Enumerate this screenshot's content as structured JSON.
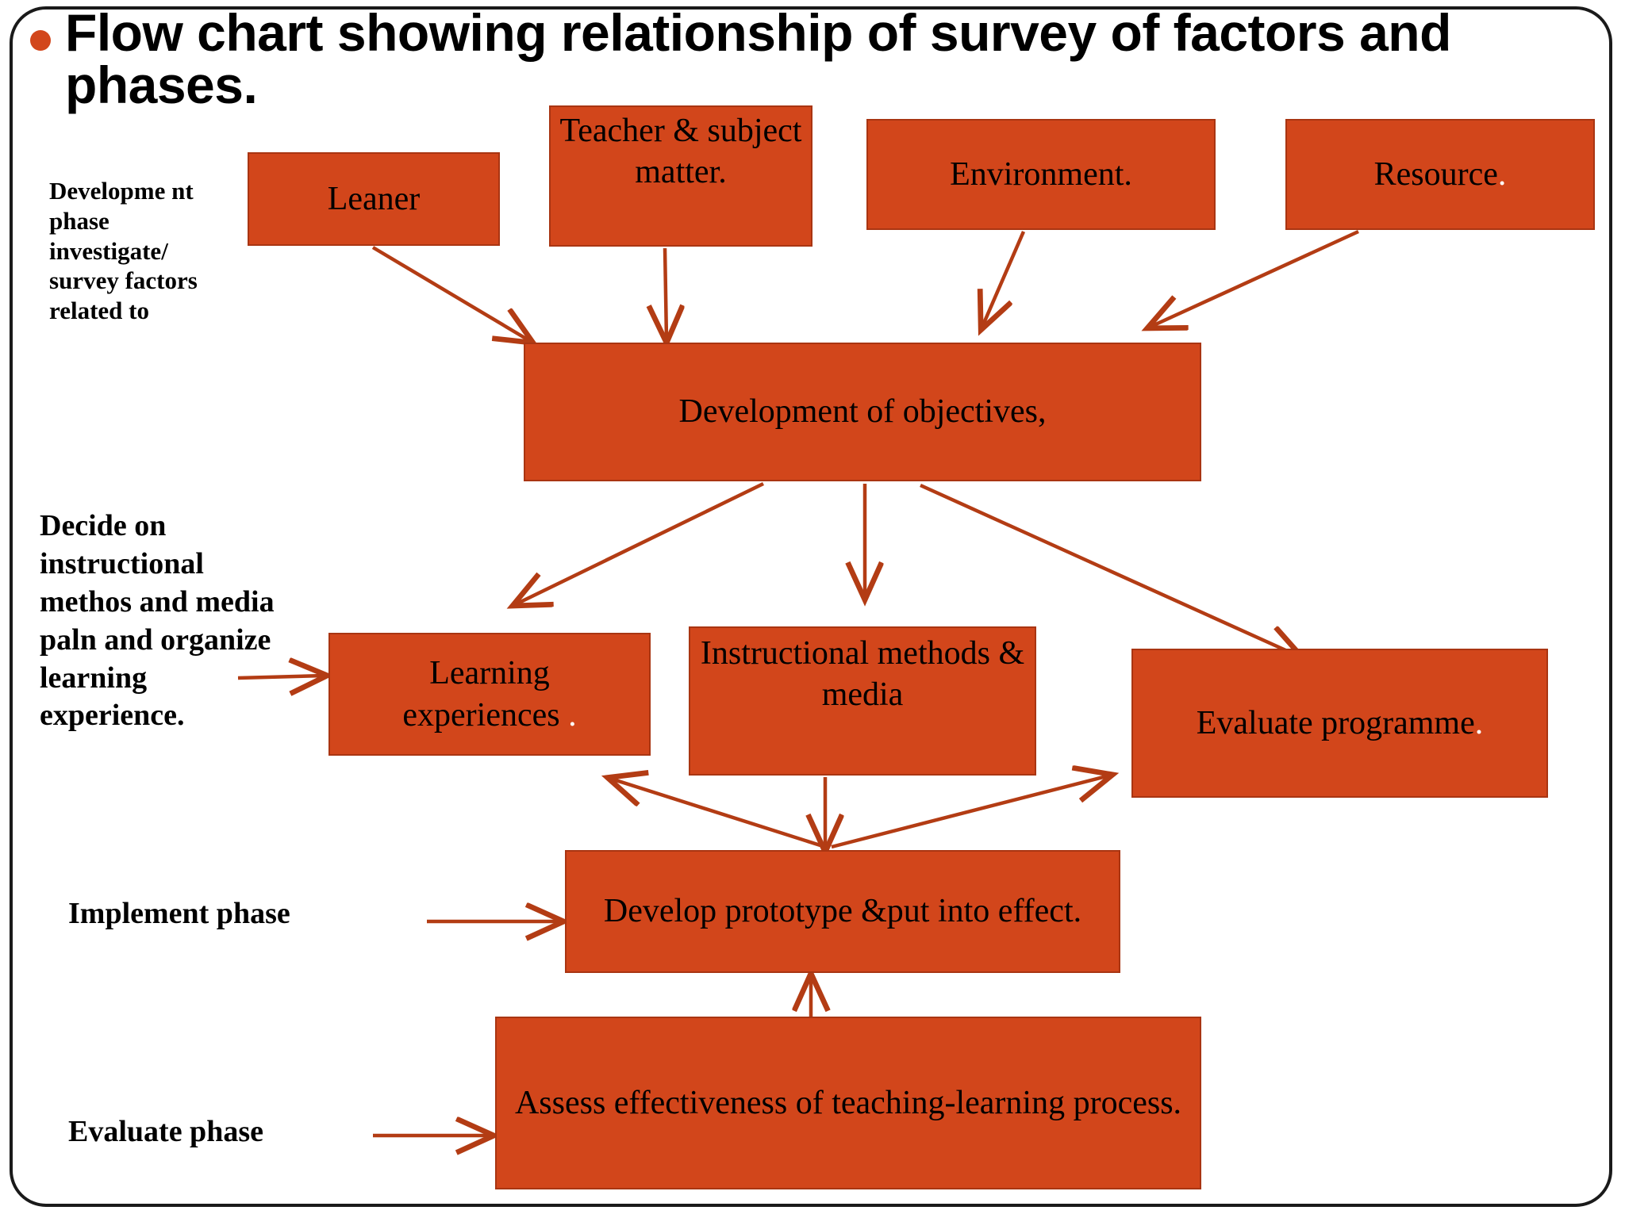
{
  "slide": {
    "title": "Flow chart showing relationship of survey of factors and phases.",
    "bullet_color": "#d2461b",
    "box_fill": "#d2461b",
    "box_border": "#a93512",
    "arrow_color": "#b33c14",
    "text_color": "#000000",
    "background": "#ffffff"
  },
  "phase_labels": {
    "development": "Developme nt phase investigate/ survey factors related to",
    "decide": "Decide on instructional methos and media paln and organize learning experience.",
    "implement": "Implement phase",
    "evaluate": "Evaluate phase"
  },
  "nodes": {
    "learner": "Leaner",
    "teacher": "Teacher & subject matter.",
    "environment": "Environment.",
    "resource": "Resource",
    "resource_dot": ".",
    "objectives": "Development of objectives,",
    "learning_experiences_line1": "Learning",
    "learning_experiences_line2": "experiences",
    "learning_experiences_dot": ".",
    "methods": "Instructional methods & media",
    "methods_clipped": ".",
    "evaluate_programme": "Evaluate programme",
    "evaluate_programme_dot": ".",
    "prototype": "Develop prototype &put into effect.",
    "assess": "Assess effectiveness of teaching-learning process."
  },
  "chart_data": {
    "type": "diagram",
    "title": "Flow chart showing relationship of survey of factors and phases.",
    "nodes": [
      {
        "id": "learner",
        "label": "Leaner",
        "row": "factors"
      },
      {
        "id": "teacher",
        "label": "Teacher & subject matter.",
        "row": "factors"
      },
      {
        "id": "environment",
        "label": "Environment.",
        "row": "factors"
      },
      {
        "id": "resource",
        "label": "Resource.",
        "row": "factors"
      },
      {
        "id": "objectives",
        "label": "Development of objectives,",
        "row": "development"
      },
      {
        "id": "learning_experiences",
        "label": "Learning experiences .",
        "row": "design"
      },
      {
        "id": "methods",
        "label": "Instructional methods & media",
        "row": "design"
      },
      {
        "id": "evaluate_programme",
        "label": "Evaluate programme .",
        "row": "design"
      },
      {
        "id": "prototype",
        "label": "Develop prototype &put into effect.",
        "row": "implement"
      },
      {
        "id": "assess",
        "label": "Assess effectiveness of teaching-learning process.",
        "row": "evaluate"
      }
    ],
    "edges": [
      {
        "from": "learner",
        "to": "objectives"
      },
      {
        "from": "teacher",
        "to": "objectives"
      },
      {
        "from": "environment",
        "to": "objectives"
      },
      {
        "from": "resource",
        "to": "objectives"
      },
      {
        "from": "objectives",
        "to": "learning_experiences"
      },
      {
        "from": "objectives",
        "to": "methods"
      },
      {
        "from": "objectives",
        "to": "evaluate_programme"
      },
      {
        "from": "prototype",
        "to": "learning_experiences"
      },
      {
        "from": "prototype",
        "to": "evaluate_programme"
      },
      {
        "from": "methods",
        "to": "prototype"
      },
      {
        "from": "assess",
        "to": "prototype"
      },
      {
        "from": "decide_label",
        "to": "learning_experiences"
      },
      {
        "from": "implement_label",
        "to": "prototype"
      },
      {
        "from": "evaluate_label",
        "to": "assess"
      }
    ]
  }
}
